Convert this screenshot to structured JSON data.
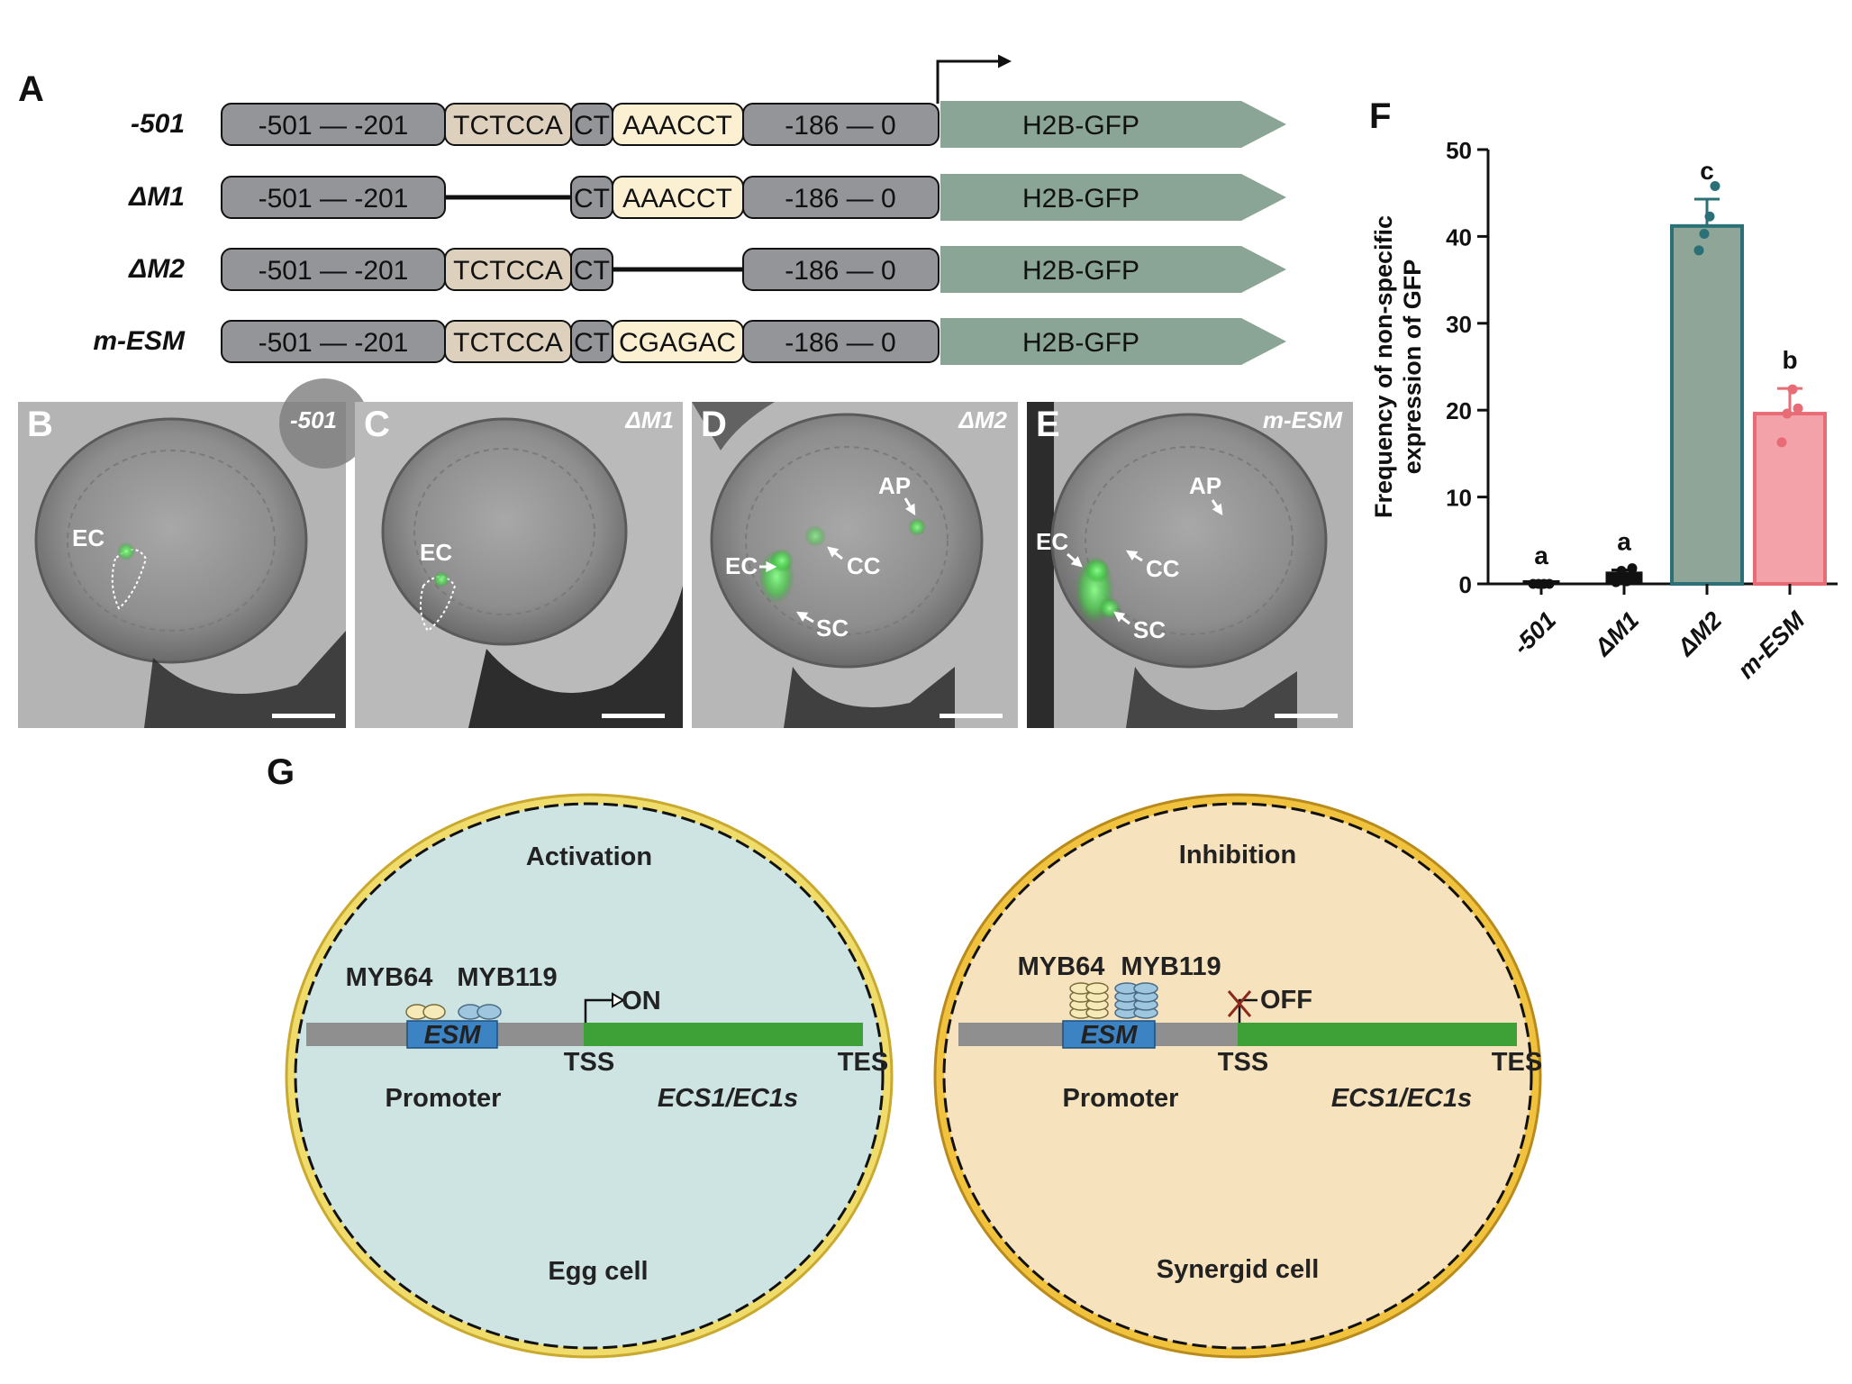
{
  "panel_letters": {
    "A": "A",
    "B": "B",
    "C": "C",
    "D": "D",
    "E": "E",
    "F": "F",
    "G": "G"
  },
  "panelA": {
    "constructs": [
      {
        "name": "-501",
        "segments": [
          "-501 — -201",
          "TCTCCA",
          "CT",
          "AAACCT",
          "-186 — 0"
        ],
        "reporter": "H2B-GFP"
      },
      {
        "name": "ΔM1",
        "segments": [
          "-501 — -201",
          "",
          "CT",
          "AAACCT",
          "-186 — 0"
        ],
        "reporter": "H2B-GFP"
      },
      {
        "name": "ΔM2",
        "segments": [
          "-501 — -201",
          "TCTCCA",
          "CT",
          "",
          "-186 — 0"
        ],
        "reporter": "H2B-GFP"
      },
      {
        "name": "m-ESM",
        "segments": [
          "-501 — -201",
          "TCTCCA",
          "CT",
          "CGAGAC",
          "-186 — 0"
        ],
        "reporter": "H2B-GFP"
      }
    ],
    "colors": {
      "grey_block": "#939598",
      "motif1": "#ddd0bd",
      "motif2": "#fcf0d2",
      "reporter": "#8aa595"
    }
  },
  "micrographs": [
    {
      "letter": "B",
      "title": "-501",
      "labels": [
        "EC"
      ]
    },
    {
      "letter": "C",
      "title": "ΔM1",
      "labels": [
        "EC"
      ]
    },
    {
      "letter": "D",
      "title": "ΔM2",
      "labels": [
        "AP",
        "EC",
        "CC",
        "SC"
      ]
    },
    {
      "letter": "E",
      "title": "m-ESM",
      "labels": [
        "EC",
        "AP",
        "CC",
        "SC"
      ]
    }
  ],
  "chart_data": {
    "type": "bar",
    "title": "",
    "ylabel_line1": "Frequency of non-specific",
    "ylabel_line2": "expression of GFP",
    "xlabel": "",
    "ylim": [
      0,
      50
    ],
    "yticks": [
      0,
      10,
      20,
      30,
      40,
      50
    ],
    "categories": [
      "-501",
      "ΔM1",
      "ΔM2",
      "m-ESM"
    ],
    "values": [
      0,
      1,
      41.2,
      19.6
    ],
    "errors": [
      0,
      0.6,
      3.1,
      2.9
    ],
    "points": [
      [
        0,
        0,
        0,
        0
      ],
      [
        0.2,
        1.5,
        0.3,
        1.8
      ],
      [
        38.4,
        40.3,
        42.3,
        45.8
      ],
      [
        16.3,
        19.6,
        22.4,
        20.2
      ]
    ],
    "significance": [
      "a",
      "a",
      "c",
      "b"
    ],
    "colors": {
      "-501": "#111111",
      "ΔM1": "#111111",
      "ΔM2": "#2b7077",
      "m-ESM": "#e86c76"
    },
    "fills": {
      "-501": "#111111",
      "ΔM1": "#111111",
      "ΔM2": "#8ea598",
      "m-ESM": "#f4a2aa"
    },
    "grid": false
  },
  "panelG": {
    "left": {
      "title": "Activation",
      "tf1": "MYB64",
      "tf2": "MYB119",
      "motif": "ESM",
      "state": "ON",
      "tss": "TSS",
      "tes": "TES",
      "promoter": "Promoter",
      "gene": "ECS1/EC1s",
      "cell": "Egg cell",
      "fill": "#c9e3e3"
    },
    "right": {
      "title": "Inhibition",
      "tf1": "MYB64",
      "tf2": "MYB119",
      "motif": "ESM",
      "state": "OFF",
      "tss": "TSS",
      "tes": "TES",
      "promoter": "Promoter",
      "gene": "ECS1/EC1s",
      "cell": "Synergid cell",
      "fill": "#f7e2be"
    }
  }
}
